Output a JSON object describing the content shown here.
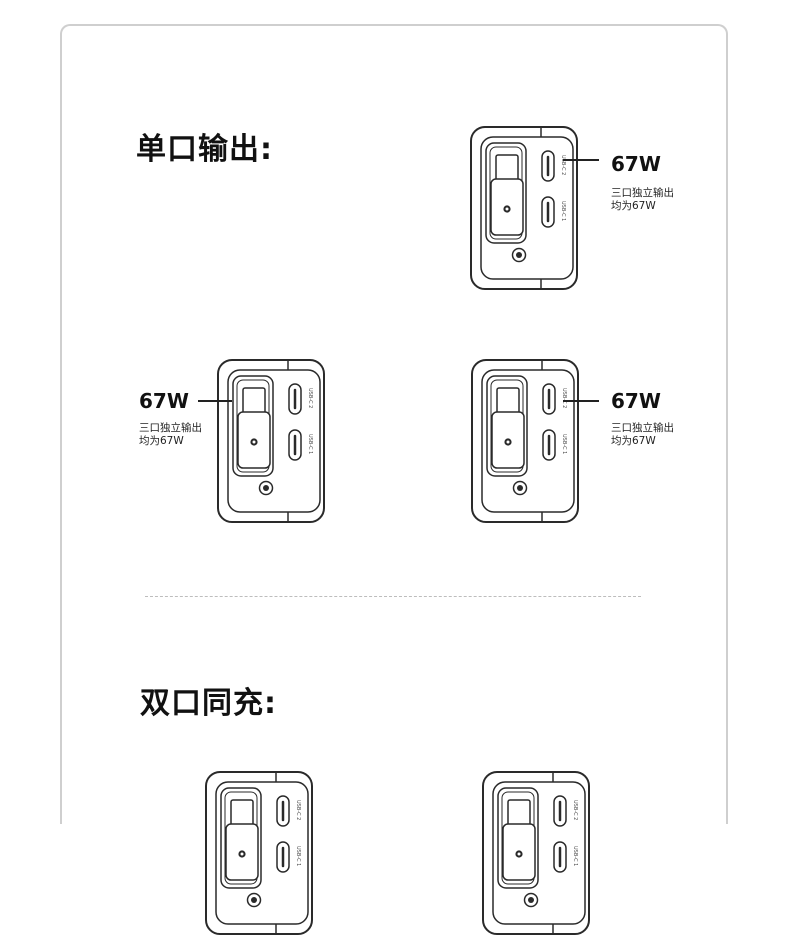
{
  "sections": {
    "single": {
      "title": "单口输出:"
    },
    "dual": {
      "title": "双口同充:"
    }
  },
  "devices": [
    {
      "id": "a",
      "wattage": "67W",
      "note_line1": "三口独立输出",
      "note_line2": "均为67W"
    },
    {
      "id": "b",
      "wattage": "67W",
      "note_line1": "三口独立输出",
      "note_line2": "均为67W"
    },
    {
      "id": "c",
      "wattage": "67W",
      "note_line1": "三口独立输出",
      "note_line2": "均为67W"
    }
  ],
  "ports": {
    "c1": "USB-C 1",
    "c2": "USB-C 2"
  },
  "icons": {
    "brand": "brand-logo-icon"
  },
  "colors": {
    "outline": "#2a2a2a",
    "card_border": "#cfcfcf",
    "divider": "#bdbdbd"
  }
}
